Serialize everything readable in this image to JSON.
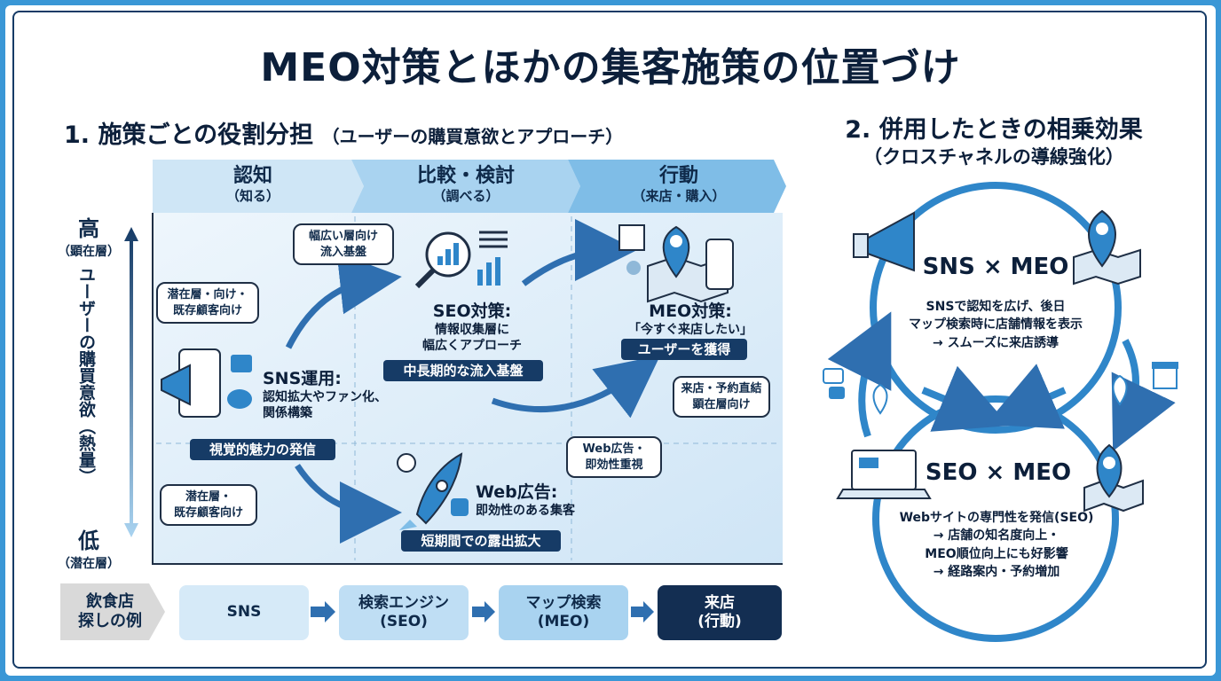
{
  "title": "MEO対策とほかの集客施策の位置づけ",
  "section1": {
    "heading": "1. 施策ごとの役割分担",
    "subheading": "（ユーザーの購買意欲とアプローチ）",
    "stages": [
      {
        "label": "認知",
        "sub": "（知る）"
      },
      {
        "label": "比較・検討",
        "sub": "（調べる）"
      },
      {
        "label": "行動",
        "sub": "（来店・購入）"
      }
    ],
    "axis": {
      "high": "高",
      "high_sub": "（顕在層）",
      "low": "低",
      "low_sub": "（潜在層）",
      "label": "ユーザーの購買意欲（熱量）"
    },
    "sns": {
      "title": "SNS運用:",
      "desc1": "認知拡大やファン化、",
      "desc2": "関係構築",
      "pill": "視覚的魅力の発信",
      "bubble_top": "潜在層・向け・\n既存顧客向け",
      "bubble_bottom": "潜在層・\n既存顧客向け"
    },
    "seo": {
      "title": "SEO対策:",
      "desc1": "情報収集層に",
      "desc2": "幅広くアプローチ",
      "pill": "中長期的な流入基盤",
      "bubble": "幅広い層向け\n流入基盤"
    },
    "meo": {
      "title": "MEO対策:",
      "desc1": "「今すぐ来店したい」",
      "pill": "ユーザーを獲得",
      "bubble": "来店・予約直結\n顕在層向け"
    },
    "web": {
      "title": "Web広告:",
      "desc1": "即効性のある集客",
      "pill": "短期間での露出拡大",
      "bubble": "Web広告・\n即効性重視"
    },
    "flow": {
      "label": "飲食店\n探しの例",
      "steps": [
        "SNS",
        "検索エンジン\n(SEO)",
        "マップ検索\n(MEO)",
        "来店\n(行動)"
      ]
    }
  },
  "section2": {
    "heading": "2. 併用したときの相乗効果",
    "subheading": "（クロスチャネルの導線強化）",
    "top": {
      "title": "SNS × MEO",
      "line1": "SNSで認知を広げ、後日",
      "line2": "マップ検索時に店舗情報を表示",
      "line3": "→ スムーズに来店誘導"
    },
    "bottom": {
      "title": "SEO × MEO",
      "line1": "Webサイトの専門性を発信(SEO)",
      "line2": "→ 店舗の知名度向上・",
      "line3": "MEO順位向上にも好影響",
      "line4": "→ 経路案内・予約増加"
    }
  },
  "colors": {
    "navy": "#163b66",
    "blue": "#2f86c9",
    "light": "#d6eaf8",
    "border": "#3a97d6"
  }
}
